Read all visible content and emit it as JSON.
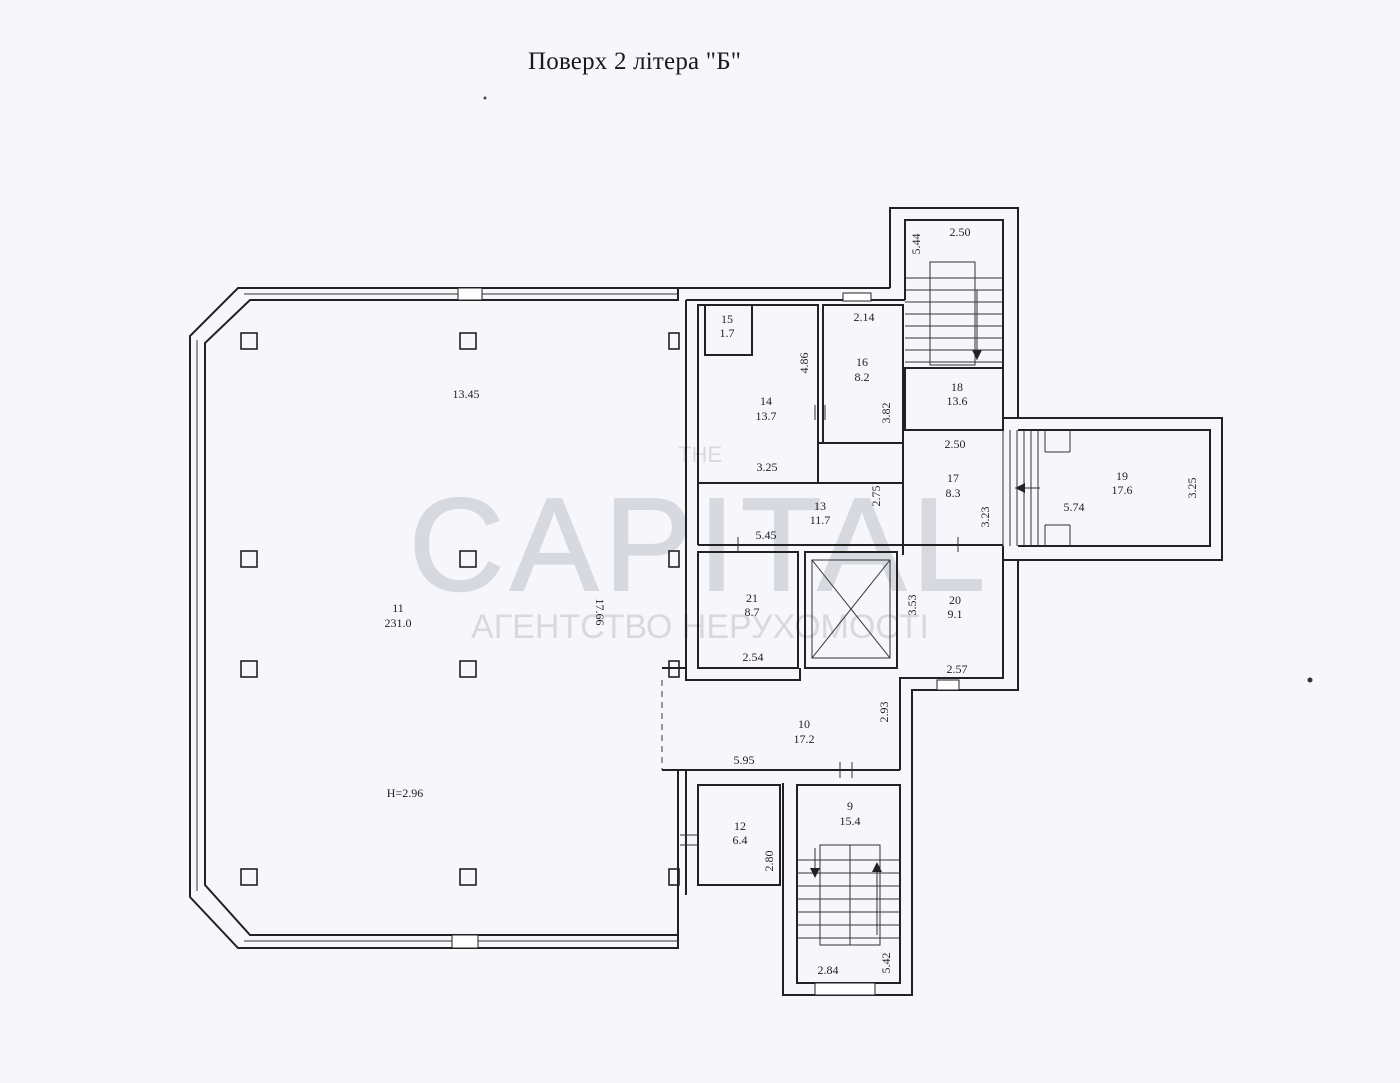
{
  "title": "Поверх 2 літера \"Б\"",
  "watermark": {
    "line1": "THE",
    "line2": "CAPITAL",
    "line3": "АГЕНТСТВО НЕРУХОМОСТІ"
  },
  "rooms": [
    {
      "id": "room-11",
      "number": "11",
      "area": "231.0"
    },
    {
      "id": "room-15",
      "number": "15",
      "area": "1.7"
    },
    {
      "id": "room-14",
      "number": "14",
      "area": "13.7"
    },
    {
      "id": "room-16",
      "number": "16",
      "area": "8.2"
    },
    {
      "id": "room-18",
      "number": "18",
      "area": "13.6"
    },
    {
      "id": "room-17",
      "number": "17",
      "area": "8.3"
    },
    {
      "id": "room-19",
      "number": "19",
      "area": "17.6"
    },
    {
      "id": "room-13",
      "number": "13",
      "area": "11.7"
    },
    {
      "id": "room-21",
      "number": "21",
      "area": "8.7"
    },
    {
      "id": "room-20",
      "number": "20",
      "area": "9.1"
    },
    {
      "id": "room-10",
      "number": "10",
      "area": "17.2"
    },
    {
      "id": "room-12",
      "number": "12",
      "area": "6.4"
    },
    {
      "id": "room-9",
      "number": "9",
      "area": "15.4"
    }
  ],
  "dimensions": [
    {
      "id": "d-13-45",
      "value": "13.45"
    },
    {
      "id": "d-17-66",
      "value": "17.66"
    },
    {
      "id": "d-height",
      "value": "H=2.96"
    },
    {
      "id": "d-4-86",
      "value": "4.86"
    },
    {
      "id": "d-3-25a",
      "value": "3.25"
    },
    {
      "id": "d-2-14",
      "value": "2.14"
    },
    {
      "id": "d-3-82",
      "value": "3.82"
    },
    {
      "id": "d-2-50a",
      "value": "2.50"
    },
    {
      "id": "d-5-44",
      "value": "5.44"
    },
    {
      "id": "d-2-50b",
      "value": "2.50"
    },
    {
      "id": "d-2-75",
      "value": "2.75"
    },
    {
      "id": "d-3-23",
      "value": "3.23"
    },
    {
      "id": "d-5-74",
      "value": "5.74"
    },
    {
      "id": "d-3-25b",
      "value": "3.25"
    },
    {
      "id": "d-5-45",
      "value": "5.45"
    },
    {
      "id": "d-3-53",
      "value": "3.53"
    },
    {
      "id": "d-2-54",
      "value": "2.54"
    },
    {
      "id": "d-2-57",
      "value": "2.57"
    },
    {
      "id": "d-2-93",
      "value": "2.93"
    },
    {
      "id": "d-5-95",
      "value": "5.95"
    },
    {
      "id": "d-2-80",
      "value": "2.80"
    },
    {
      "id": "d-5-42",
      "value": "5.42"
    },
    {
      "id": "d-2-84",
      "value": "2.84"
    }
  ]
}
